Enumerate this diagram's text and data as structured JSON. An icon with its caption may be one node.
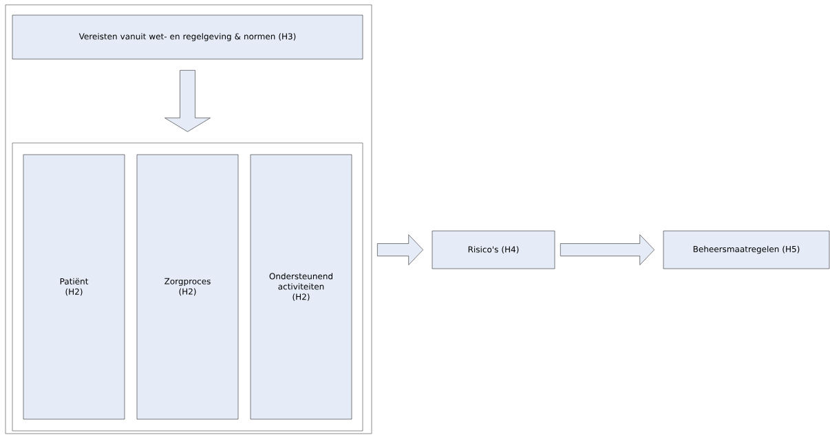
{
  "diagram": {
    "nodes": [
      {
        "text": [],
        "shape": "box"
      },
      {
        "text": [
          "Vereisten vanuit wet- en regelgeving & normen (H3)"
        ],
        "in": 0
      },
      {
        "text": [],
        "shape": "box",
        "in": 0
      },
      {
        "text": [
          "Patiënt (H2)"
        ],
        "in": 2
      },
      {
        "text": [
          "Zorgproces (H2)"
        ],
        "in": 2
      },
      {
        "text": [
          "Ondersteunend activiteiten (H2)"
        ],
        "in": 2
      },
      {
        "text": [
          "Risico's (H4)"
        ]
      },
      {
        "text": [
          "Beheersmaatregelen (H5)"
        ]
      }
    ],
    "edges": [
      {
        "from": 1,
        "to": 2,
        "arrow": "to"
      },
      {
        "from": 0,
        "to": 6,
        "arrow": "to"
      },
      {
        "from": 6,
        "to": 7,
        "arrow": "to"
      }
    ]
  }
}
